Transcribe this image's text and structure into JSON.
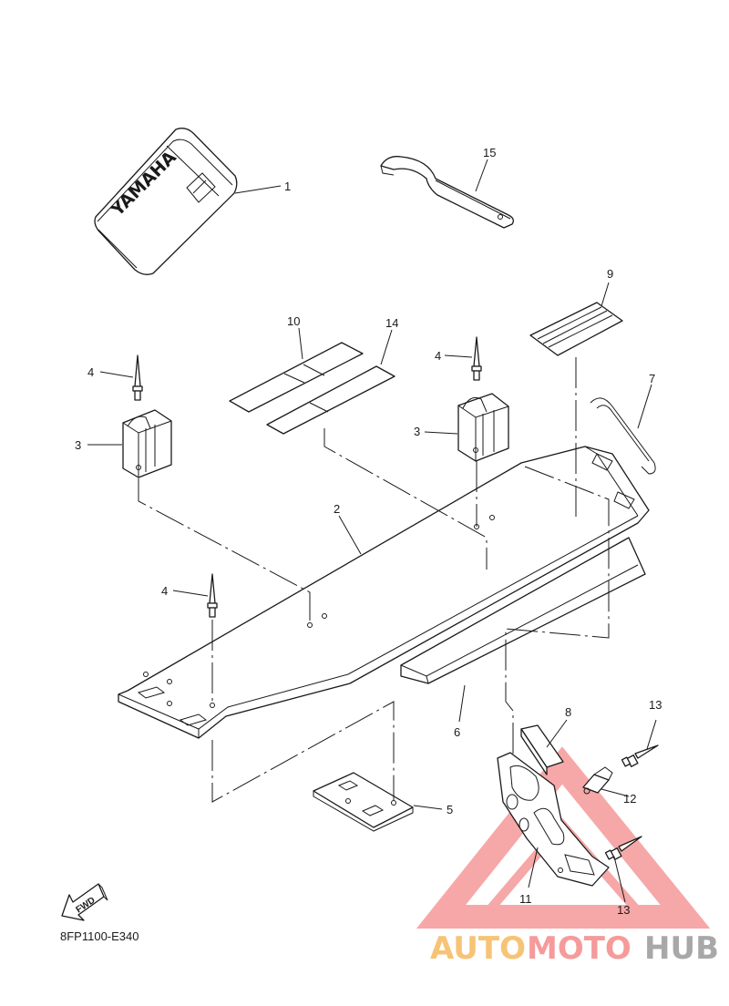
{
  "diagram_code": "8FP1100-E340",
  "fwd_label": "FWD",
  "brand_label": "YAMAHA",
  "callouts": {
    "c1": "1",
    "c2": "2",
    "c3a": "3",
    "c3b": "3",
    "c4a": "4",
    "c4b": "4",
    "c4c": "4",
    "c5": "5",
    "c6": "6",
    "c7": "7",
    "c8": "8",
    "c9": "9",
    "c10": "10",
    "c11": "11",
    "c12": "12",
    "c13a": "13",
    "c13b": "13",
    "c14": "14",
    "c15": "15"
  },
  "watermark": {
    "part_a": "AUTO",
    "part_b": "MOTO",
    "part_c": "HUB"
  },
  "colors": {
    "line": "#1a1a1a",
    "watermark_orange": "#f6b95e",
    "watermark_red": "#f48a8a",
    "watermark_grey": "#9a9a9a"
  }
}
